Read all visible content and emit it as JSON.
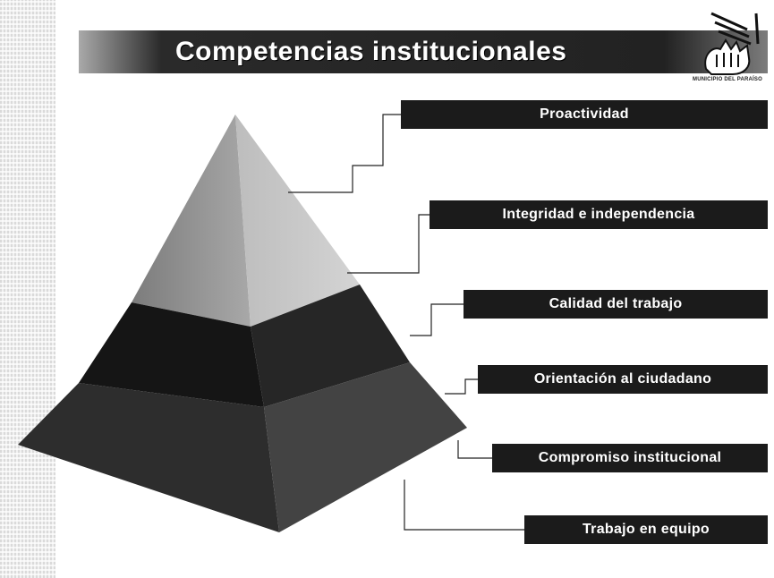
{
  "title": "Competencias institucionales",
  "logo": {
    "caption": "MUNICIPIO DEL PARAÍSO",
    "icon": "hand-logo-icon"
  },
  "colors": {
    "title_band": "#222222",
    "label_box": "#1b1b1b",
    "pyramid_top": "#9a9a9a",
    "pyramid_middle": "#1e1e1e",
    "pyramid_bottom": "#3a3a3a"
  },
  "competencias": [
    "Proactividad",
    "Integridad e independencia",
    "Calidad del trabajo",
    "Orientación al ciudadano",
    "Compromiso institucional",
    "Trabajo en equipo"
  ]
}
